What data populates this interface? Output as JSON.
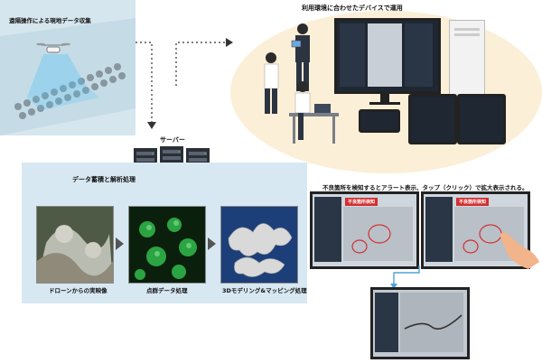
{
  "title_remote": "遠隔操作による現地データ収集",
  "title_devices": "利用環境に合わせたデバイスで運用",
  "server_label": "サーバー",
  "pipeline": {
    "title": "データ蓄積と解析処理",
    "steps": [
      {
        "caption": "ドローンからの実映像"
      },
      {
        "caption": "点群データ処理"
      },
      {
        "caption": "3Dモデリング&マッピング処理"
      }
    ]
  },
  "alert_description": "不良箇所を検知するとアラート表示、タップ（クリック）で拡大表示される。",
  "alert_badge": "不良箇所検知",
  "colors": {
    "pipeline_bg": "#d8e8f2",
    "ellipse_bg": "#fbefd8",
    "screen_dark": "#1f2733",
    "alert_red": "#d32f2f",
    "point_cloud_green": "#2fb34a",
    "model_blue": "#1c3f7a"
  }
}
